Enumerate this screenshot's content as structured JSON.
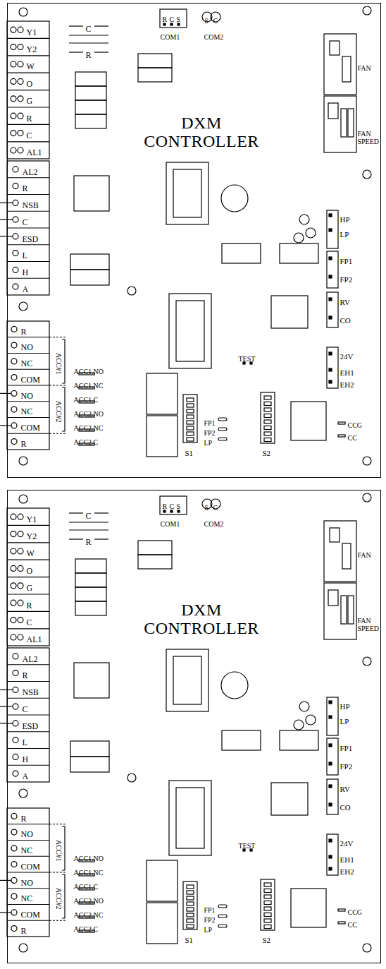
{
  "diagram": {
    "nodes": [
      {
        "text": [
          "DXM CONTROLLER"
        ]
      },
      {
        "text": [
          "DXM CONTROLLER"
        ]
      }
    ],
    "labels": [
      "R",
      "C",
      "S",
      "COM1",
      "S",
      "C",
      "COM2",
      "C",
      "R",
      "Y1",
      "Y2",
      "W",
      "O",
      "G",
      "R",
      "C",
      "AL1",
      "FAN",
      "FAN SPEED",
      "AL2",
      "R",
      "NSB",
      "C",
      "ESD",
      "L",
      "H",
      "A",
      "HP",
      "LP",
      "FP1",
      "FP2",
      "RV",
      "CO",
      "TEST",
      "24V",
      "EH1",
      "EH2",
      "R",
      "NO",
      "NC",
      "COM",
      "NO",
      "NC",
      "COM",
      "R",
      "ACC#1",
      "ACC#2",
      "ACC1.NO",
      "ACC1.NC",
      "ACC1.C",
      "ACC2.NO",
      "ACC2.NC",
      "ACC2.C",
      "FP1",
      "FP2",
      "LP",
      "CCG",
      "CC",
      "S1",
      "S2",
      "R",
      "C",
      "S",
      "COM1",
      "S",
      "C",
      "COM2",
      "C",
      "R",
      "Y1",
      "Y2",
      "W",
      "O",
      "G",
      "R",
      "C",
      "AL1",
      "FAN",
      "FAN SPEED",
      "AL2",
      "R",
      "NSB",
      "C",
      "ESD",
      "L",
      "H",
      "A",
      "HP",
      "LP",
      "FP1",
      "FP2",
      "RV",
      "CO",
      "TEST",
      "24V",
      "EH1",
      "EH2",
      "R",
      "NO",
      "NC",
      "COM",
      "NO",
      "NC",
      "COM",
      "R",
      "ACC#1",
      "ACC#2",
      "ACC1.NO",
      "ACC1.NC",
      "ACC1.C",
      "ACC2.NO",
      "ACC2.NC",
      "ACC2.C",
      "FP1",
      "FP2",
      "LP",
      "CCG",
      "CC",
      "S1",
      "S2"
    ]
  }
}
